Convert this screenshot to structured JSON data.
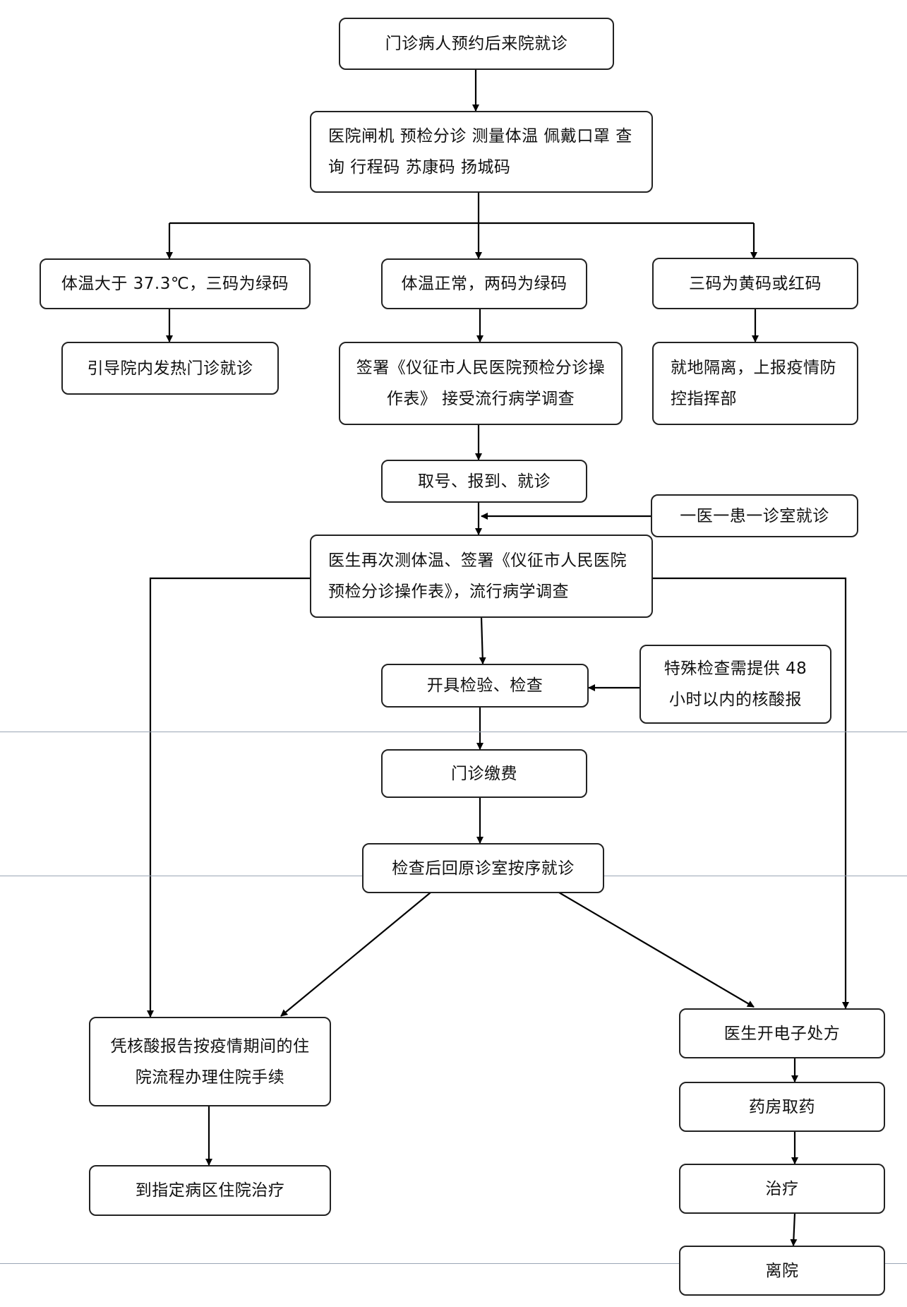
{
  "nodes": {
    "n1": "门诊病人预约后来院就诊",
    "n2": "医院闸机  预检分诊  测量体温  佩戴口罩   查询  行程码  苏康码  扬城码",
    "n3a": "体温大于 37.3℃，三码为绿码",
    "n3b": "体温正常，两码为绿码",
    "n3c": "三码为黄码或红码",
    "n4a": "引导院内发热门诊就诊",
    "n4b": "签署《仪征市人民医院预检分诊操作表》  接受流行病学调查",
    "n4c": "就地隔离，上报疫情防控指挥部",
    "n5": "取号、报到、就诊",
    "n5side": "一医一患一诊室就诊",
    "n6": "医生再次测体温、签署《仪征市人民医院预检分诊操作表》，流行病学调查",
    "n7": "开具检验、检查",
    "n7side": "特殊检查需提供 48 小时以内的核酸报",
    "n8": "门诊缴费",
    "n9": "检查后回原诊室按序就诊",
    "n10a": "凭核酸报告按疫情期间的住院流程办理住院手续",
    "n10b": "医生开电子处方",
    "n11a": "到指定病区住院治疗",
    "n11b": "药房取药",
    "n12b": "治疗",
    "n13b": "离院"
  }
}
